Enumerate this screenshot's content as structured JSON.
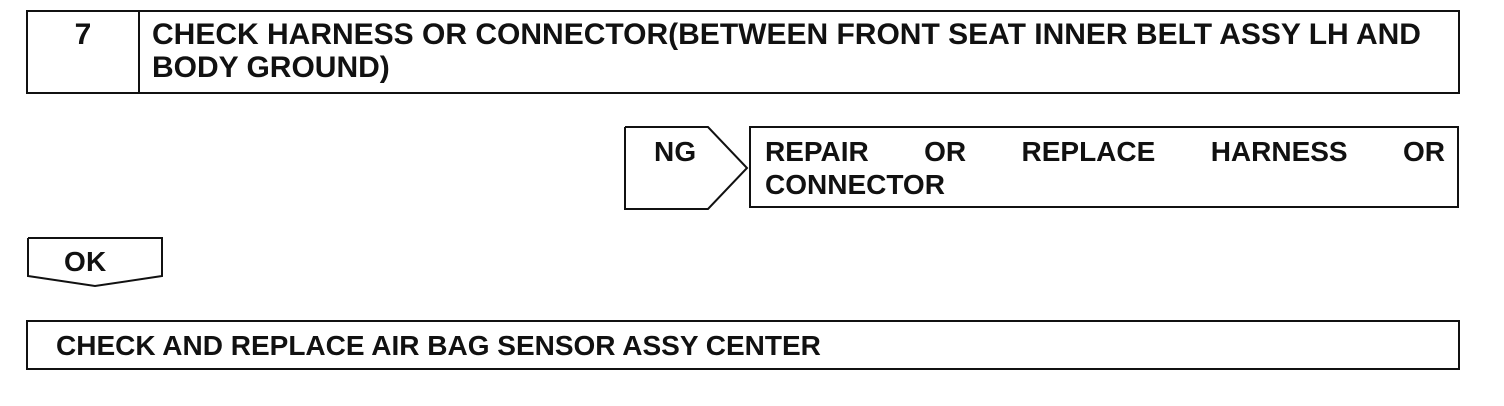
{
  "step": {
    "number": "7",
    "title": "CHECK HARNESS OR CONNECTOR(BETWEEN FRONT SEAT INNER BELT ASSY LH AND BODY GROUND)"
  },
  "ng_branch": {
    "label": "NG",
    "result_words_line1": [
      "REPAIR",
      "OR",
      "REPLACE",
      "HARNESS",
      "OR"
    ],
    "result_line2": "CONNECTOR"
  },
  "ok_branch": {
    "label": "OK"
  },
  "final_step": {
    "text": "CHECK AND REPLACE AIR BAG SENSOR ASSY CENTER"
  }
}
